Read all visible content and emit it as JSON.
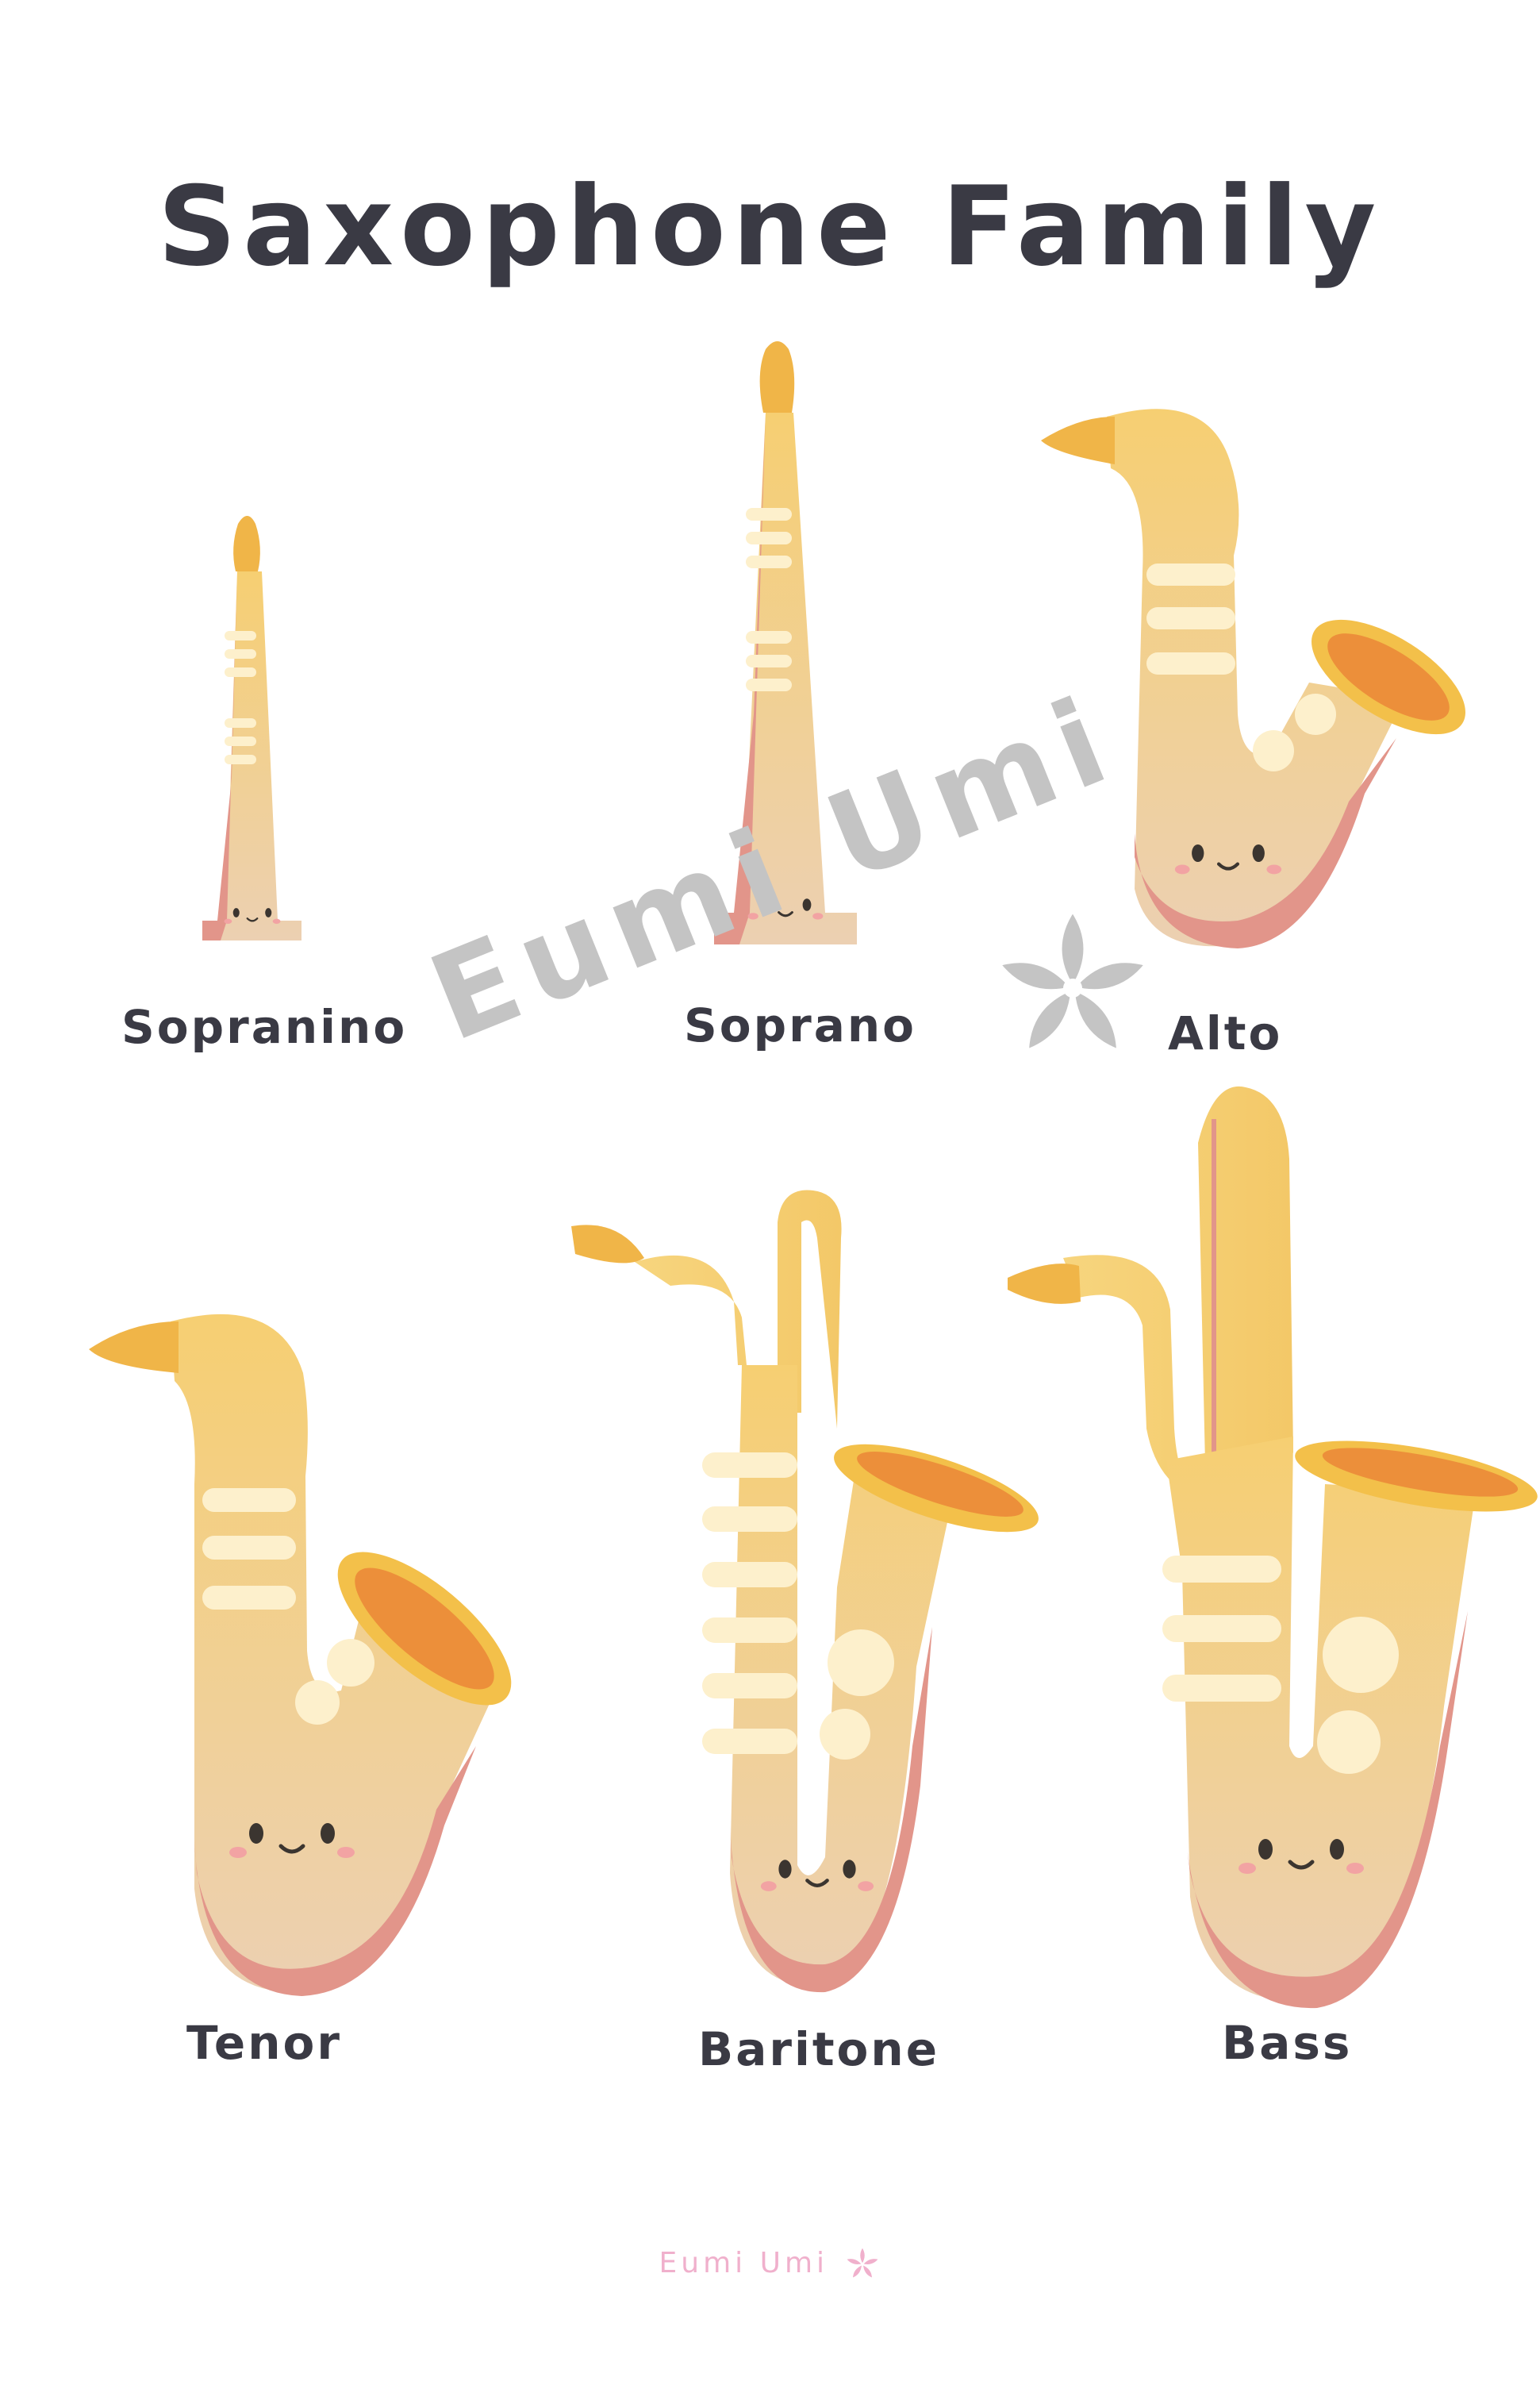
{
  "page": {
    "title": "Saxophone Family"
  },
  "saxophones": [
    {
      "name": "Sopranino",
      "shape": "straight",
      "size": "smallest"
    },
    {
      "name": "Soprano",
      "shape": "straight",
      "size": "small"
    },
    {
      "name": "Alto",
      "shape": "curved",
      "size": "medium"
    },
    {
      "name": "Tenor",
      "shape": "curved",
      "size": "large"
    },
    {
      "name": "Baritone",
      "shape": "looped-neck",
      "size": "larger"
    },
    {
      "name": "Bass",
      "shape": "looped-neck",
      "size": "largest"
    }
  ],
  "watermark": {
    "text": "Eumi Umi",
    "icon": "flower-icon"
  },
  "footer": {
    "text": "Eumi Umi",
    "icon": "flower-icon"
  },
  "colors": {
    "background": "#ffffff",
    "text": "#3a3a44",
    "brass_top": "#f6cf72",
    "brass_bottom": "#ecd0b2",
    "shadow": "#e2958a",
    "bell_inner": "#ec8f3a",
    "mouthpiece": "#f0b548",
    "keys": "#fdf0cc",
    "watermark": "#c4c4c4",
    "footer": "#f0b0cc"
  }
}
